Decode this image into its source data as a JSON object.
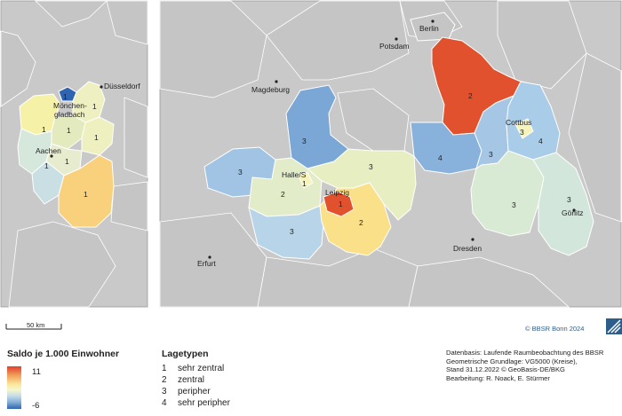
{
  "cities": {
    "duesseldorf": "Düsseldorf",
    "moenchengladbach_1": "Mönchen-",
    "moenchengladbach_2": "gladbach",
    "aachen": "Aachen",
    "berlin": "Berlin",
    "potsdam": "Potsdam",
    "magdeburg": "Magdeburg",
    "cottbus": "Cottbus",
    "halle": "Halle/S",
    "leipzig": "Leipzig",
    "dresden": "Dresden",
    "goerlitz": "Görlitz",
    "erfurt": "Erfurt"
  },
  "region_lagetyp": {
    "mg": "1",
    "rkn1": "1",
    "rkn2": "1",
    "rkn3": "1",
    "rkn4": "1",
    "aachen": "1",
    "dueren": "1",
    "heinsberg": "1",
    "berlin_ring": "2",
    "cottbus_city": "3",
    "spree_neisse": "4",
    "oberspreewald": "3",
    "elbe_elster": "4",
    "halle_city": "1",
    "saalekreis": "2",
    "burgenland": "3",
    "leipzig_city": "1",
    "leipzig_land": "2",
    "nordsachsen": "3",
    "mansfeld": "3",
    "salzland": "3",
    "meissen": "3",
    "goerlitz": "3"
  },
  "scale": {
    "label": "50 km"
  },
  "copyright": "© BBSR Bonn 2024",
  "legend": {
    "title": "Saldo je 1.000 Einwohner",
    "max": "11",
    "min": "-6",
    "lage_title": "Lagetypen",
    "lage_items": [
      {
        "num": "1",
        "label": "sehr zentral"
      },
      {
        "num": "2",
        "label": "zentral"
      },
      {
        "num": "3",
        "label": "peripher"
      },
      {
        "num": "4",
        "label": "sehr peripher"
      }
    ]
  },
  "source": {
    "line1": "Datenbasis: Laufende Raumbeobachtung des BBSR",
    "line2": "Geometrische Grundlage: VG5000 (Kreise),",
    "line3": "Stand 31.12.2022 © GeoBasis-DE/BKG",
    "line4": "Bearbeitung: R. Noack, E. Stürmer"
  },
  "colors": {
    "background_land": "#c9c9c9",
    "border": "#ffffff",
    "water_frame": "#b0b0b0",
    "max_color": "#e0402c",
    "min_color": "#2f64b0"
  }
}
